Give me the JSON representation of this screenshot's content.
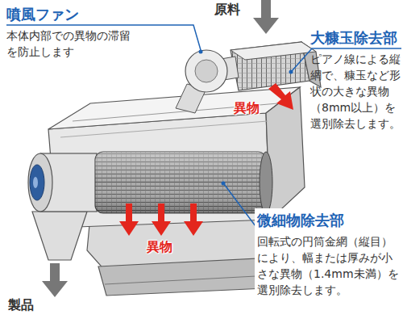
{
  "diagram": {
    "nodes": [
      {
        "text": [
          "噴風ファン",
          "本体内部での異物の滞留を防止します"
        ]
      },
      {
        "text": [
          "大糠玉除去部",
          "ピアノ線による縦網で、糠玉など形状の大きな異物（8mm以上）を選別除去します。"
        ]
      },
      {
        "text": [
          "微細物除去部",
          "回転式の円筒金網（縦目）により、幅または厚みが小さな異物（1.4mm未満）を選別除去します。"
        ]
      }
    ],
    "labels": [
      "原料",
      "異物",
      "異物",
      "製品"
    ]
  }
}
